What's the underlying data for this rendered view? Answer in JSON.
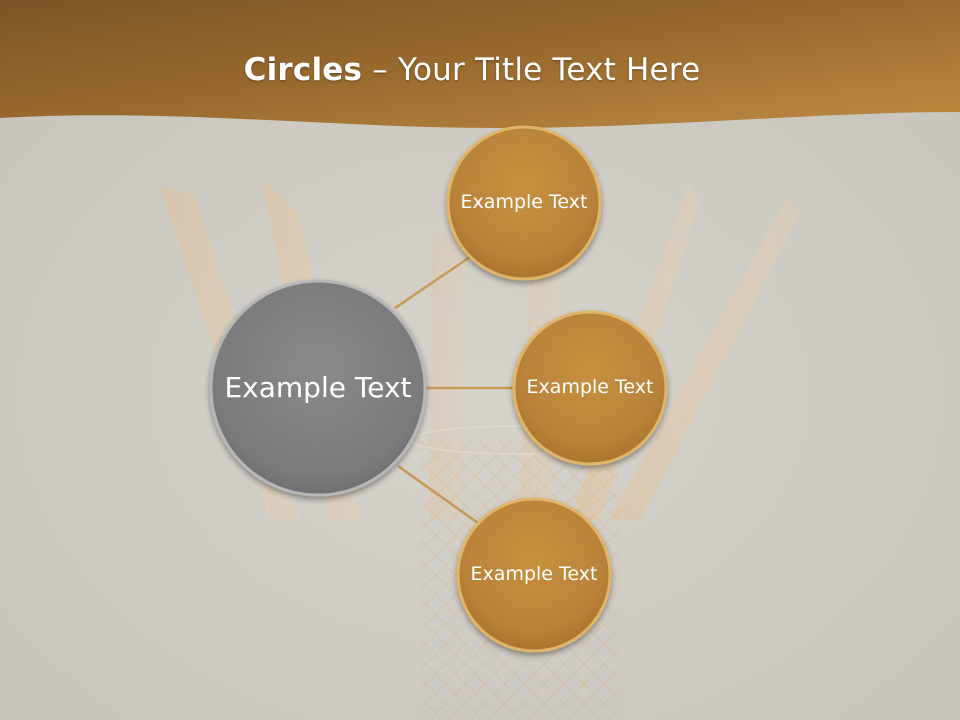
{
  "title": {
    "bold": "Circles",
    "rest": " – Your Title Text Here"
  },
  "central": {
    "label": "Example Text"
  },
  "nodes": [
    {
      "label": "Example Text"
    },
    {
      "label": "Example Text"
    },
    {
      "label": "Example Text"
    }
  ],
  "colors": {
    "banner": "#9c6d2c",
    "background": "#cfccc6",
    "node_fill": "#c08a3a",
    "central_fill": "#808080",
    "connector": "#c49a55"
  }
}
